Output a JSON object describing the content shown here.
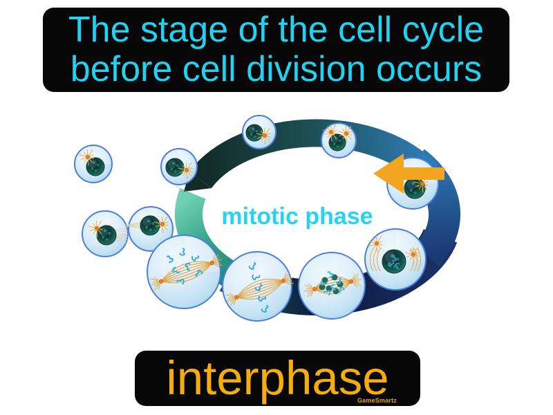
{
  "definition_banner": {
    "line1": "The stage of the cell cycle",
    "line2": "before cell division occurs"
  },
  "diagram": {
    "center_label": "mitotic phase",
    "arrow_icon": "arrow-left"
  },
  "term_banner": {
    "term": "interphase",
    "watermark": "GameSmartz"
  },
  "colors": {
    "banner_bg": "#070707",
    "definition_text": "#1fd4f2",
    "label_text": "#27d3f4",
    "term_text": "#f4ad0b",
    "watermark_text": "#dfa50c",
    "arrow": "#f2a61f",
    "cell_border": "#4c7ee0",
    "cell_fill_light": "#eef8fd",
    "cell_fill_dark": "#a9d2ea",
    "nucleus_dark": "#0a2629",
    "nucleus_teal": "#20745f",
    "spindle_fiber": "#dfa23b",
    "aster_dot": "#ee7d14",
    "chromosome": "#2ea7dd",
    "chromatin_clump": "#1c6355",
    "ring_green": "#2f9f85",
    "ring_teal": "#157a74",
    "ring_navy": "#0c1a3c",
    "ring_blue": "#2d77b2",
    "ring_dark": "#122b26"
  }
}
